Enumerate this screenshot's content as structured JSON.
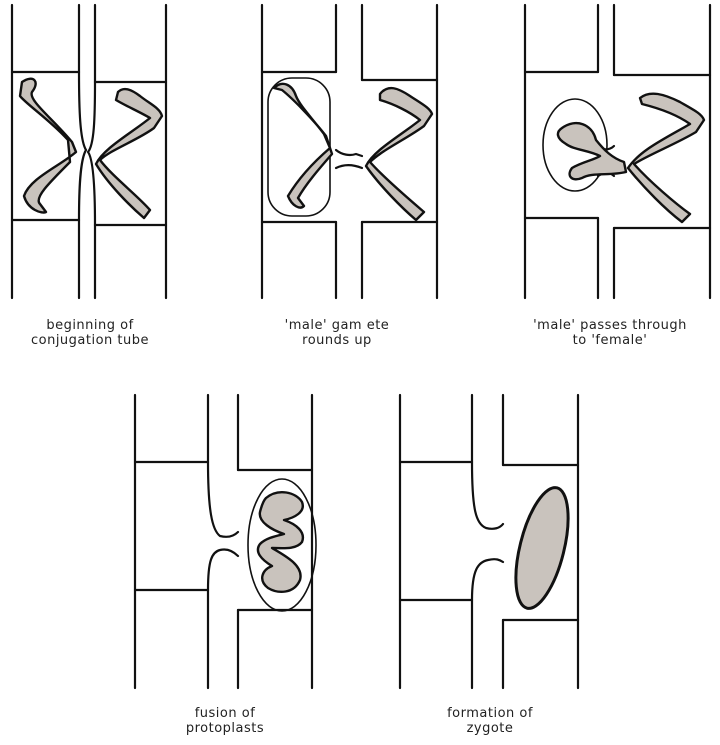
{
  "stages": [
    {
      "id": "stage-1",
      "caption": [
        "beginning of",
        "conjugation tube"
      ]
    },
    {
      "id": "stage-2",
      "caption": [
        "'male' gam ete",
        "rounds up"
      ]
    },
    {
      "id": "stage-3",
      "caption": [
        "'male' passes through",
        "to 'female'"
      ]
    },
    {
      "id": "stage-4",
      "caption": [
        "fusion of",
        "protoplasts"
      ]
    },
    {
      "id": "stage-5",
      "caption": [
        "formation of",
        "zygote"
      ]
    }
  ],
  "colors": {
    "line": "#111111",
    "chloroplast": "#c9c3bd",
    "background": "#ffffff"
  }
}
